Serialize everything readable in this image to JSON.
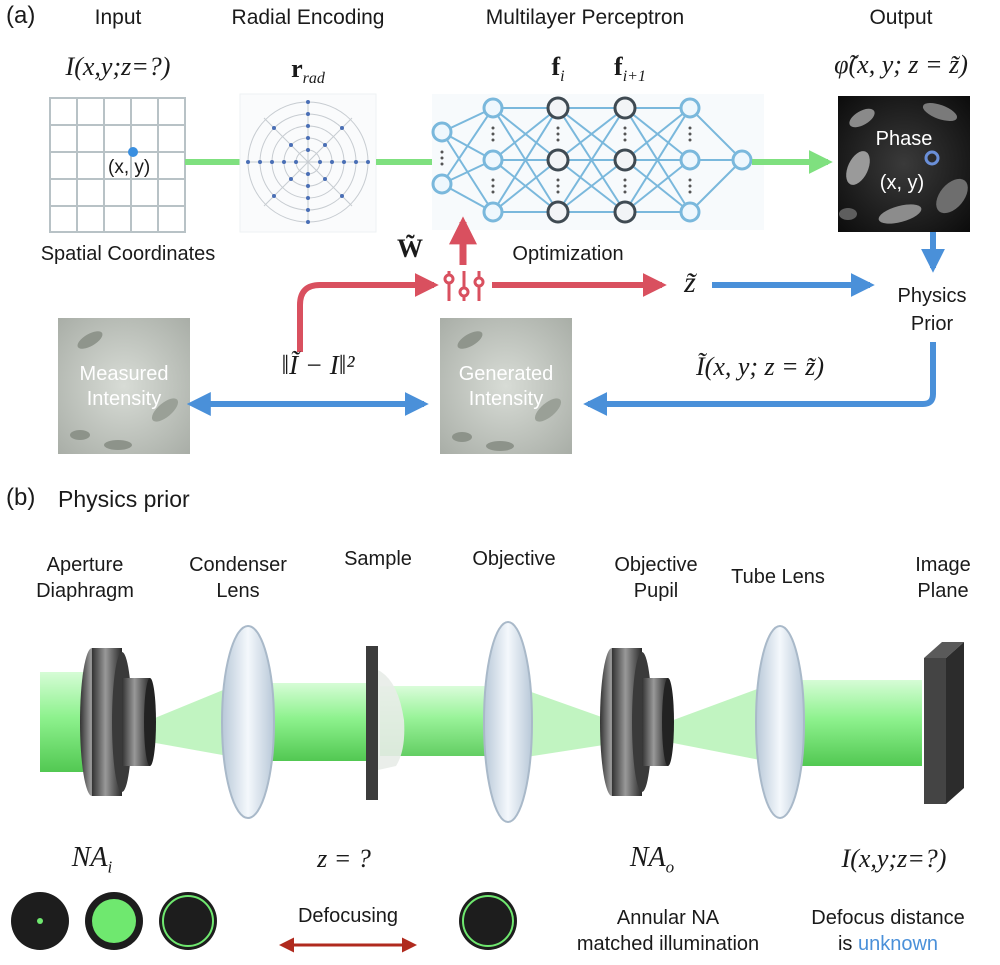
{
  "panel_a": {
    "label": "(a)",
    "headers": {
      "input": "Input",
      "encoding": "Radial Encoding",
      "mlp": "Multilayer Perceptron",
      "output": "Output"
    },
    "input_expr": "I(x,y;z=?)",
    "encoding_symbol": "r",
    "encoding_subscript": "rad",
    "mlp_symbols": {
      "f_i": "f",
      "f_i_sub": "i",
      "f_next": "f",
      "f_next_sub": "i+1"
    },
    "output_expr": "φ̃(x, y; z = z̃)",
    "grid_point_label": "(x, y)",
    "spatial_coordinates": "Spatial Coordinates",
    "phase_label": "Phase",
    "phase_coord": "(x, y)",
    "weights_symbol": "W̃",
    "optimization": "Optimization",
    "z_tilde": "z̃",
    "physics_prior": "Physics\nPrior",
    "loss_expr": "‖Ĩ − I‖²",
    "generated_expr": "Ĩ(x, y; z = z̃)",
    "measured_intensity": "Measured\nIntensity",
    "generated_intensity": "Generated\nIntensity"
  },
  "panel_b": {
    "label": "(b)",
    "title": "Physics prior",
    "components": {
      "aperture": "Aperture\nDiaphragm",
      "condenser": "Condenser\nLens",
      "sample": "Sample",
      "objective": "Objective",
      "pupil": "Objective\nPupil",
      "tube": "Tube Lens",
      "image_plane": "Image\nPlane"
    },
    "na_i": "NA",
    "na_i_sub": "i",
    "z_unknown": "z = ?",
    "na_o": "NA",
    "na_o_sub": "o",
    "image_expr": "I(x,y;z=?)",
    "defocusing": "Defocusing",
    "annular": "Annular NA\nmatched illumination",
    "defocus_line1": "Defocus distance",
    "defocus_is": "is ",
    "defocus_unknown": "unknown"
  },
  "colors": {
    "green": "#7fe07f",
    "blue": "#4a90d9",
    "red": "#d9505f",
    "net_blue": "#7ab8dc",
    "dark_red": "#b02a1e",
    "beam": "#9cf59c"
  }
}
